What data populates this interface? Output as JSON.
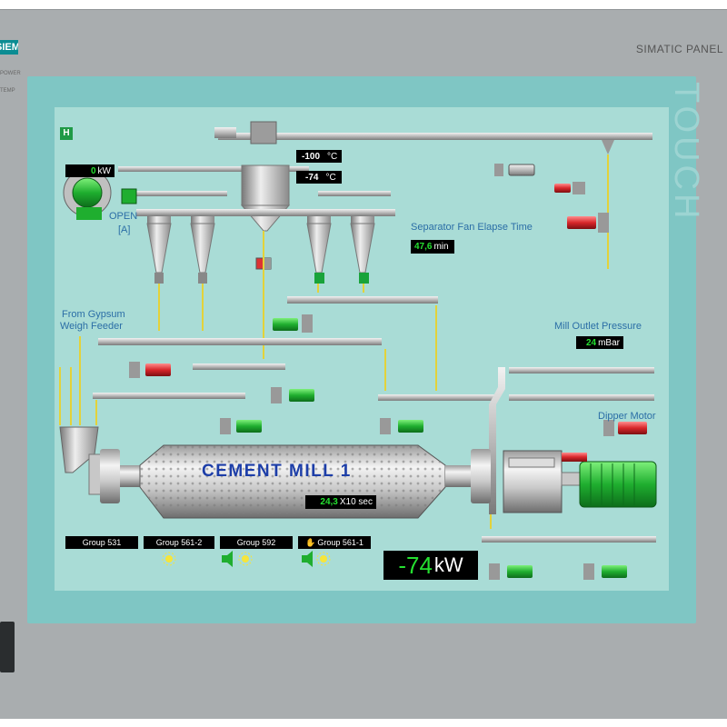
{
  "bezel": {
    "brand": "SIEMENS",
    "panel_title": "SIMATIC PANEL",
    "led_power": "POWER",
    "led_temp": "TEMP",
    "touch_logo": "TOUCH"
  },
  "screen": {
    "mode_badge": "H",
    "temperature_1": {
      "value": "-100",
      "unit": "°C"
    },
    "temperature_2": {
      "value": "-74",
      "unit": "°C"
    },
    "fan_power": {
      "value": "0",
      "unit": "kW"
    },
    "fan_status": "OPEN",
    "fan_mode": "[A]",
    "separator_label": "Separator Fan Elapse Time",
    "separator_time": {
      "value": "47,6",
      "unit": "min"
    },
    "gypsum_label_1": "From Gypsum",
    "gypsum_label_2": "Weigh Feeder",
    "mill_outlet_label": "Mill Outlet Pressure",
    "mill_outlet": {
      "value": "24",
      "unit": "mBar"
    },
    "dipper_motor_label": "Dipper Motor",
    "mill_title": "CEMENT MILL 1",
    "mill_speed": {
      "value": "24,3",
      "unit": "X10 sec"
    },
    "groups": [
      "Group 531",
      "Group 561-2",
      "Group 592",
      "Group 561-1"
    ],
    "main_power": {
      "value": "-74",
      "unit": "kW"
    }
  },
  "colors": {
    "screen_bg": "#a9dcd6",
    "bezel": "#7fc6c4",
    "motor_green": "#22b33a",
    "motor_red": "#d8262a",
    "pipe_gray": "#bcbcbc",
    "value_green": "#25e030",
    "label_blue": "#2b6ea6"
  }
}
